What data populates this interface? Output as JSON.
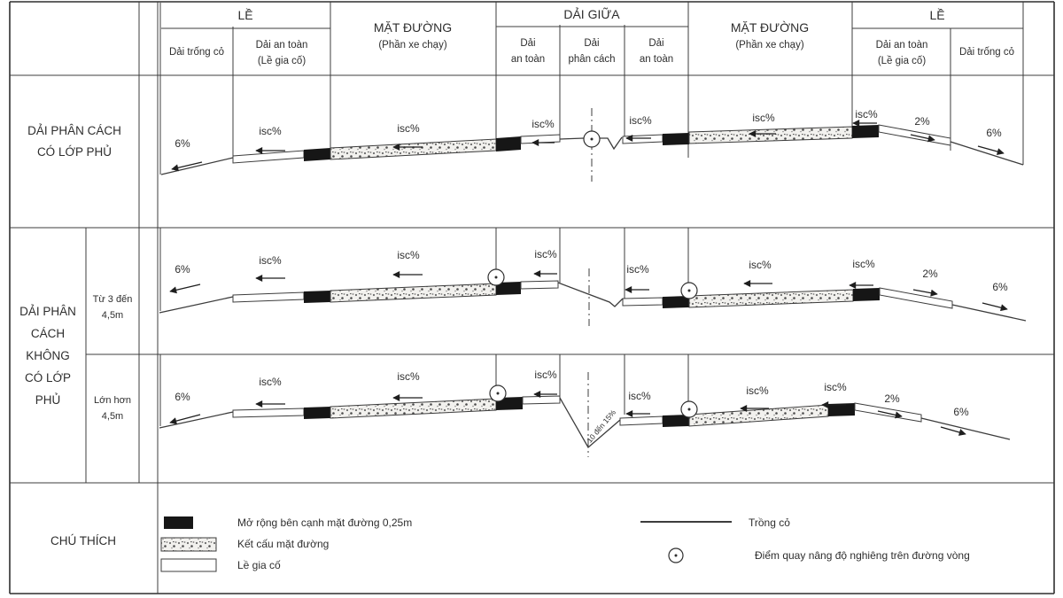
{
  "header": {
    "le": "LỀ",
    "mat_duong": "MẶT ĐƯỜNG",
    "phan_xe_chay": "(Phần xe chạy)",
    "dai_giua": "DẢI GIỮA",
    "dai_trong_co": "Dải trống cỏ",
    "dai_an_toan": "Dải an toàn",
    "le_gia_co": "(Lề gia cố)",
    "dai": "Dải",
    "an_toan": "an toàn",
    "phan_cach": "phân cách"
  },
  "row_labels": {
    "covered_l1": "DẢI PHÂN CÁCH",
    "covered_l2": "CÓ LỚP PHỦ",
    "uncovered": [
      "DẢI PHÂN",
      "CÁCH",
      "KHÔNG",
      "CÓ LỚP",
      "PHỦ"
    ],
    "range1_l1": "Từ 3 đến",
    "range1_l2": "4,5m",
    "range2_l1": "Lớn hơn",
    "range2_l2": "4,5m",
    "legend": "CHÚ THÍCH"
  },
  "slopes": {
    "isc": "isc%",
    "six": "6%",
    "two": "2%",
    "median_range": "10 đến 15%"
  },
  "legend": {
    "widening": "Mở rộng bên cạnh mặt đường 0,25m",
    "pavement": "Kết cấu mặt đường",
    "paved_shoulder": "Lề gia cố",
    "grass": "Trồng cỏ",
    "rotation": "Điểm quay nâng độ nghiêng trên đường vòng"
  },
  "colors": {
    "line": "#3c3c3c",
    "text": "#2e2e2e",
    "block": "#161616",
    "background": "#ffffff"
  }
}
